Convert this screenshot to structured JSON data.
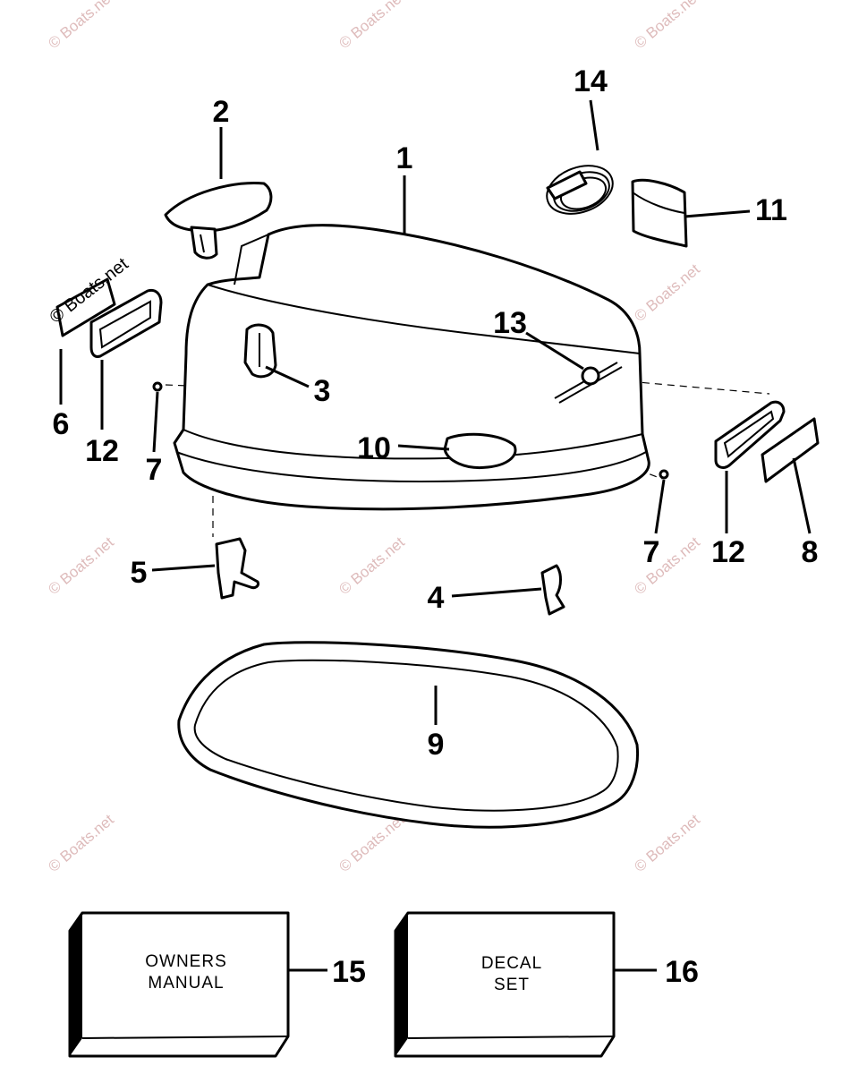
{
  "watermark": "© Boats.net",
  "callouts": {
    "c1": "1",
    "c2": "2",
    "c3": "3",
    "c4": "4",
    "c5": "5",
    "c6": "6",
    "c7a": "7",
    "c7b": "7",
    "c8": "8",
    "c9": "9",
    "c10": "10",
    "c11": "11",
    "c12a": "12",
    "c12b": "12",
    "c13": "13",
    "c14": "14",
    "c15": "15",
    "c16": "16"
  },
  "boxes": {
    "owners_manual": {
      "line1": "OWNERS",
      "line2": "MANUAL"
    },
    "decal_set": {
      "line1": "DECAL",
      "line2": "SET"
    }
  },
  "colors": {
    "ink": "#000000",
    "watermark": "#d9b0b0",
    "paper": "#ffffff"
  }
}
